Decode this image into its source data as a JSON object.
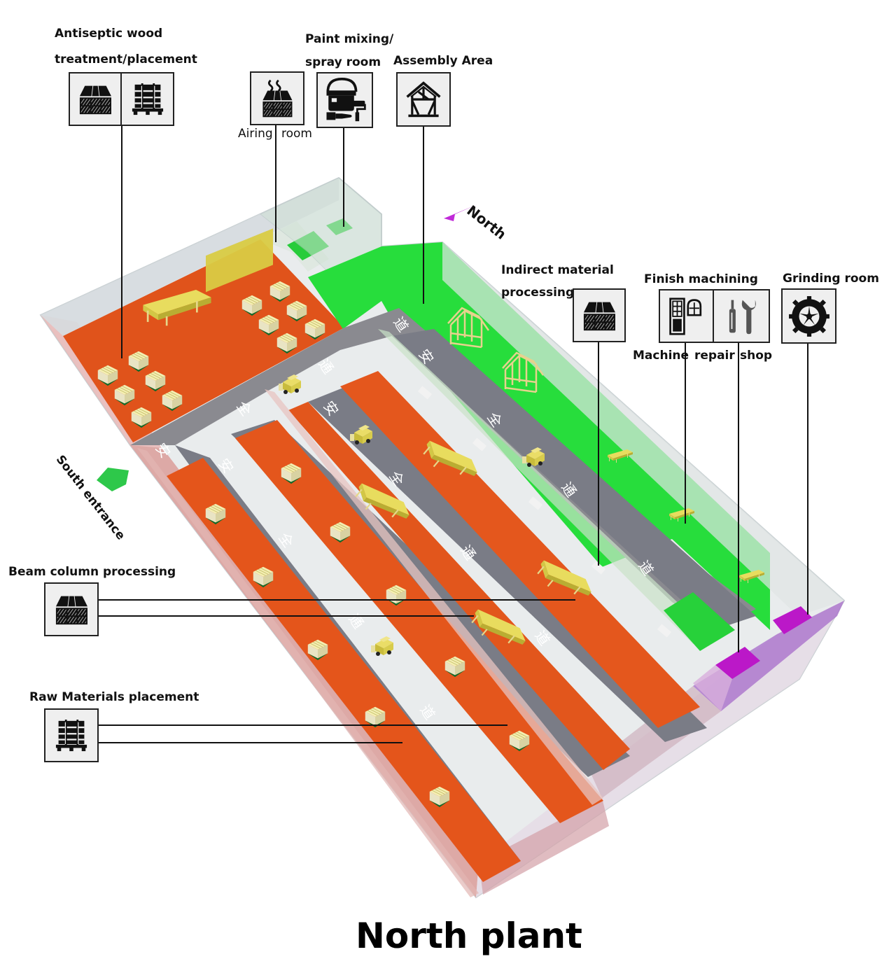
{
  "title": "North plant",
  "colors": {
    "production_floor": "#e8561c",
    "aisle": "#7b7d86",
    "assembly_floor": "#27d63f",
    "service_rooms": "#bb18c8",
    "walls": "#dde3e6",
    "products": "#e6d86a"
  },
  "compass": {
    "north_label": "North",
    "north_arrow_color": "#c02ad8",
    "south_label": "South entrance",
    "south_arrow_color": "#2ec84a"
  },
  "floor_markings": {
    "characters": [
      "安",
      "全",
      "通",
      "道"
    ],
    "meaning": "Safety passage"
  },
  "areas": [
    {
      "id": "antiseptic",
      "label": "Antiseptic wood treatment/placement",
      "label_lines": [
        "Antiseptic wood",
        "treatment/placement"
      ],
      "icons": [
        "lumber-stack-icon",
        "pallet-rack-icon"
      ]
    },
    {
      "id": "airing",
      "label": "Airing room",
      "label_lines": [
        "Airing",
        "room"
      ],
      "icons": [
        "drying-lumber-icon"
      ]
    },
    {
      "id": "paint",
      "label": "Paint mixing/spray room",
      "label_lines": [
        "Paint mixing/",
        "spray room"
      ],
      "icons": [
        "paint-bucket-roller-icon"
      ]
    },
    {
      "id": "assembly",
      "label": "Assembly Area",
      "label_lines": [
        "Assembly Area"
      ],
      "icons": [
        "timber-frame-house-icon"
      ]
    },
    {
      "id": "indirect",
      "label": "Indirect material processing",
      "label_lines": [
        "Indirect material",
        "processing"
      ],
      "icons": [
        "lumber-stack-icon"
      ]
    },
    {
      "id": "finish",
      "label": "Finish machining",
      "label_lines": [
        "Finish machining"
      ],
      "icons": [
        "door-window-icon"
      ]
    },
    {
      "id": "repair",
      "label": "Machine repair shop",
      "label_lines": [
        "Machine",
        "repair",
        "shop"
      ],
      "icons": [
        "screwdriver-wrench-icon"
      ]
    },
    {
      "id": "grinding",
      "label": "Grinding room",
      "label_lines": [
        "Grinding room"
      ],
      "icons": [
        "grinding-wheel-icon"
      ]
    },
    {
      "id": "beam",
      "label": "Beam column processing",
      "label_lines": [
        "Beam column processing"
      ],
      "icons": [
        "lumber-stack-icon"
      ]
    },
    {
      "id": "raw",
      "label": "Raw Materials placement",
      "label_lines": [
        "Raw Materials placement"
      ],
      "icons": [
        "pallet-rack-icon"
      ]
    }
  ]
}
